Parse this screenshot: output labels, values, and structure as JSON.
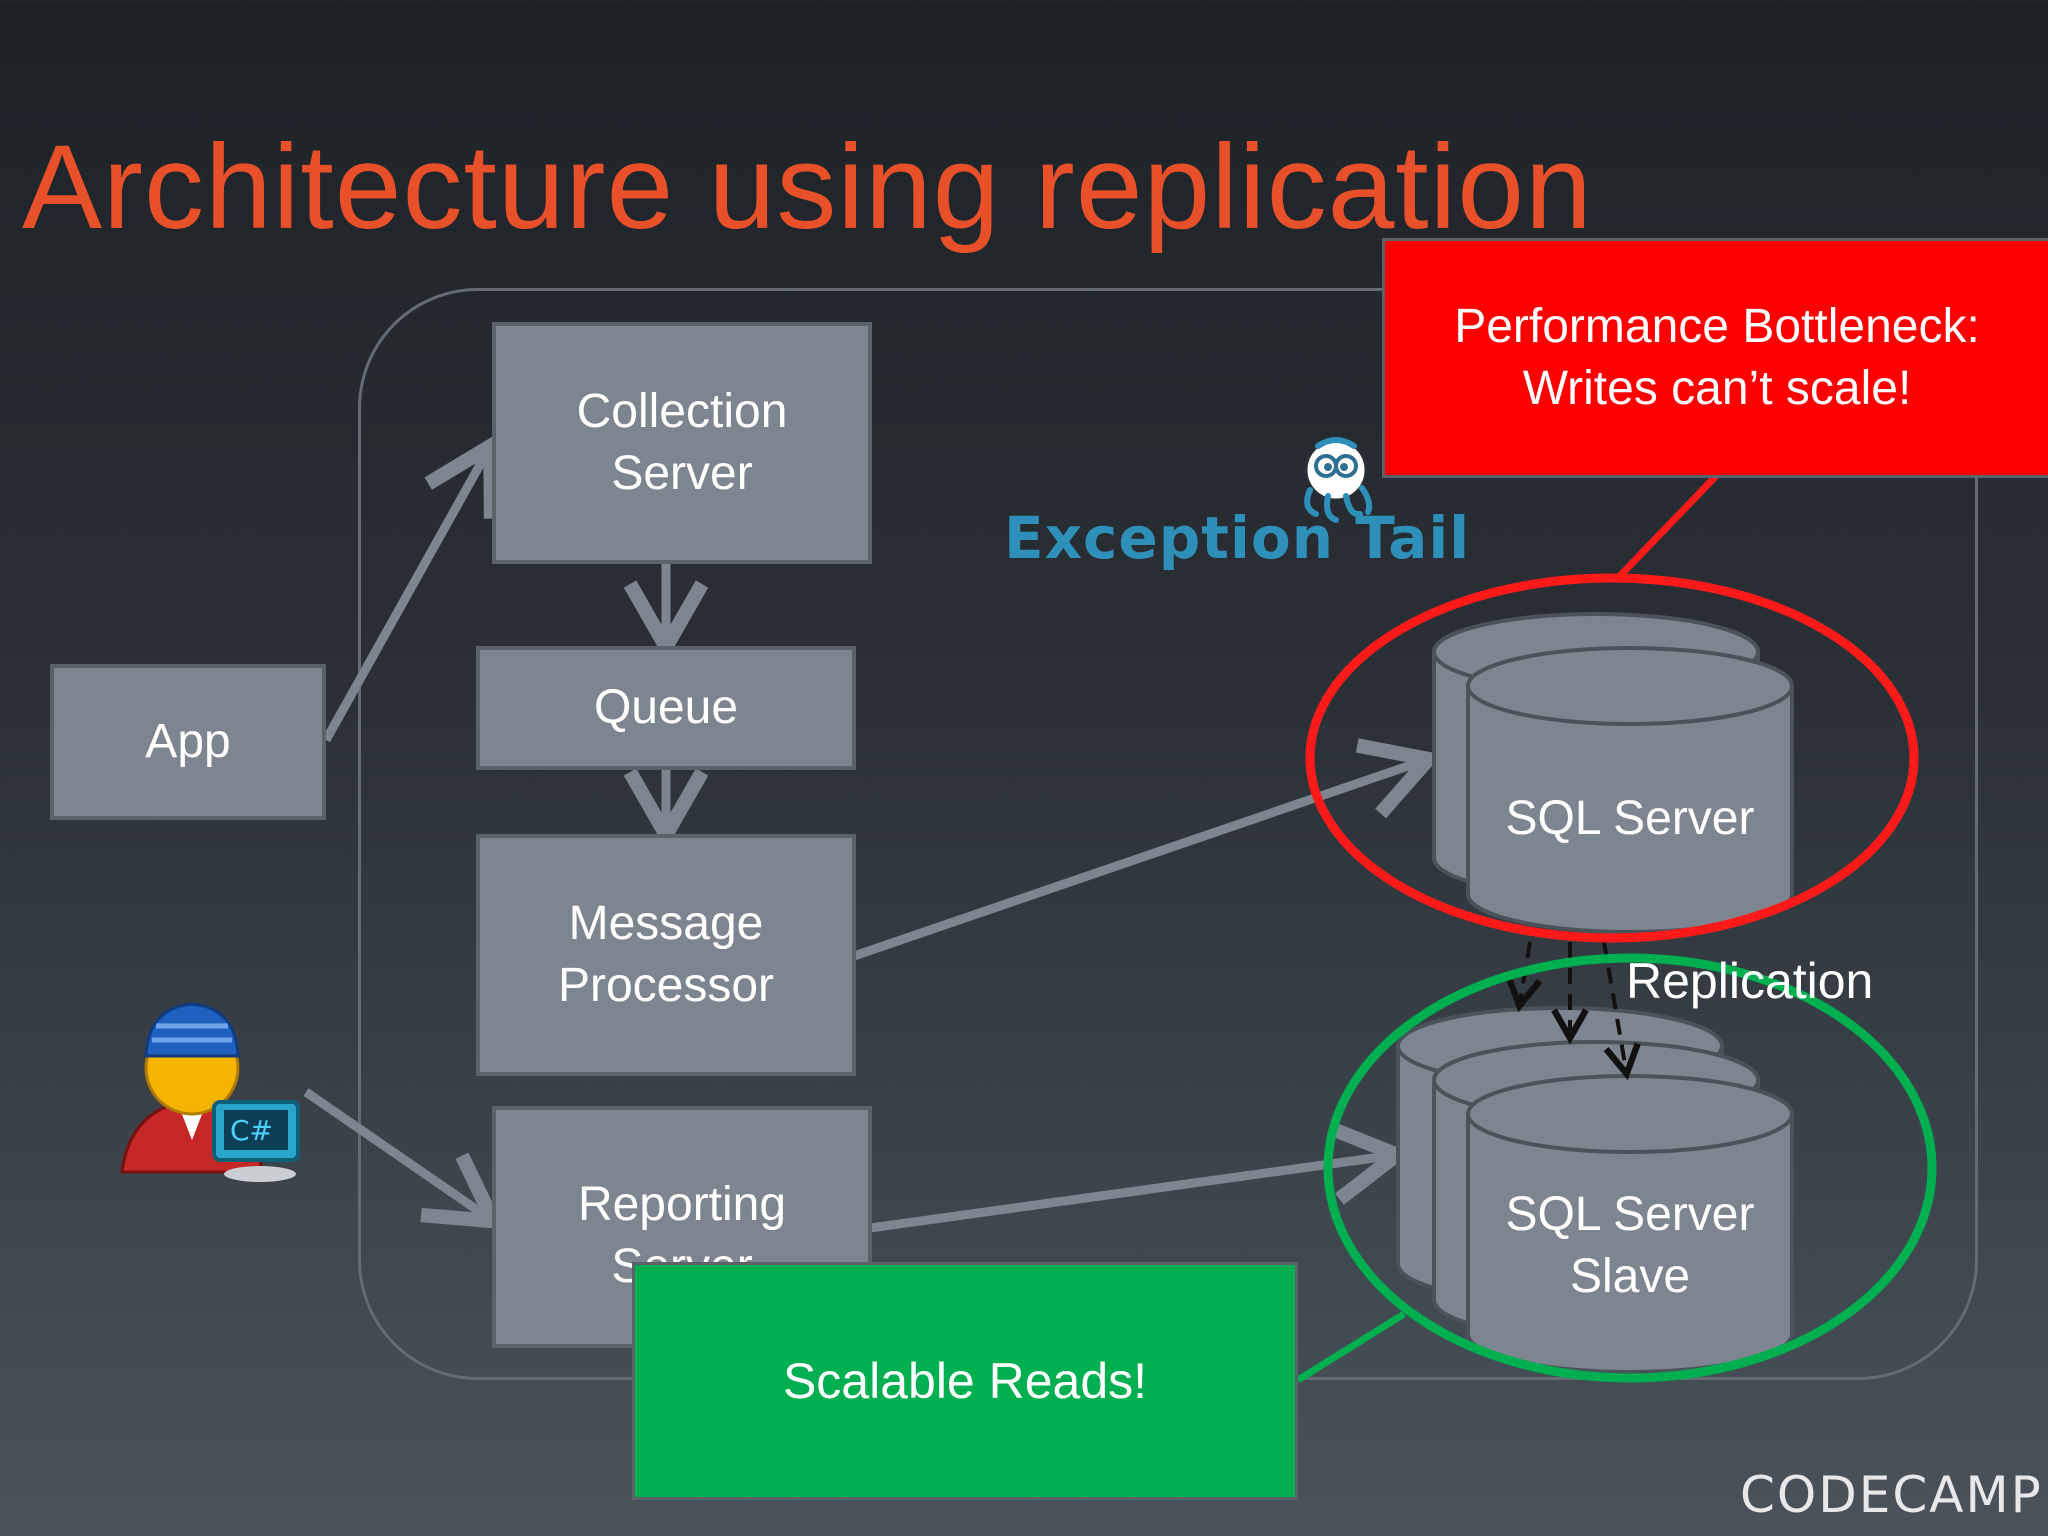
{
  "slide": {
    "title": "Architecture using replication"
  },
  "nodes": {
    "app": "App",
    "collection_server": "Collection\nServer",
    "queue": "Queue",
    "message_processor": "Message\nProcessor",
    "reporting_server": "Reporting\nServer",
    "sql_server": "SQL Server",
    "sql_server_slave": "SQL Server\nSlave"
  },
  "edge_labels": {
    "replication": "Replication"
  },
  "callouts": {
    "bottleneck": "Performance Bottleneck:\nWrites can’t scale!",
    "scalable_reads": "Scalable Reads!"
  },
  "logos": {
    "product": "Exception Tail",
    "footer": "CODECAMP"
  },
  "icons": {
    "logo_mascot": "octopus-mascot-icon",
    "developer": "developer-csharp-icon"
  },
  "colors": {
    "title": "#e8502a",
    "box_fill": "#7d8590",
    "bottleneck": "#ff0000",
    "scalable": "#00b050",
    "ellipse_red": "#ff1a1a",
    "ellipse_green": "#00b050"
  }
}
